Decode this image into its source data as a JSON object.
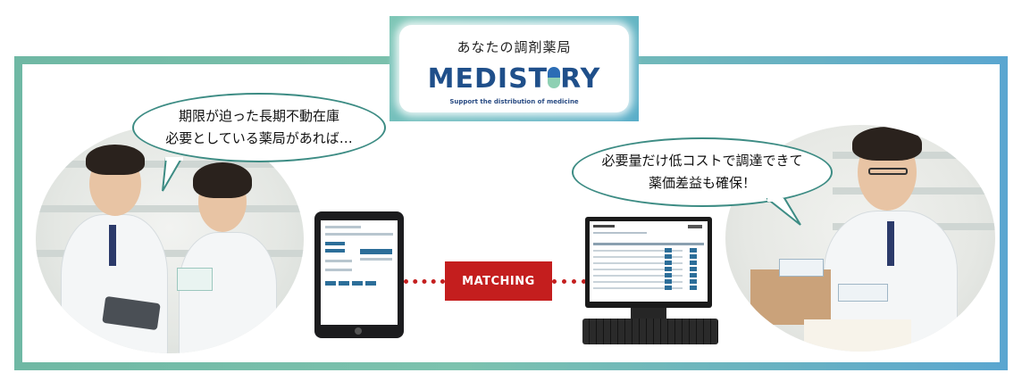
{
  "logo": {
    "tagline": "あなたの調剤薬局",
    "word_a": "MEDIST",
    "word_b": "RY",
    "subtitle": "Support the distribution of medicine"
  },
  "bubbles": {
    "left_line1": "期限が迫った長期不動在庫",
    "left_line2": "必要としている薬局があれば…",
    "right_line1": "必要量だけ低コストで調達できて",
    "right_line2": "薬価差益も確保！"
  },
  "matching_label": "MATCHING",
  "colors": {
    "frame_left": "#6fb8a4",
    "frame_right": "#5aa6d0",
    "accent_red": "#c41e1e",
    "bubble_border": "#3d8c84",
    "logo_navy": "#1f4f8a"
  }
}
